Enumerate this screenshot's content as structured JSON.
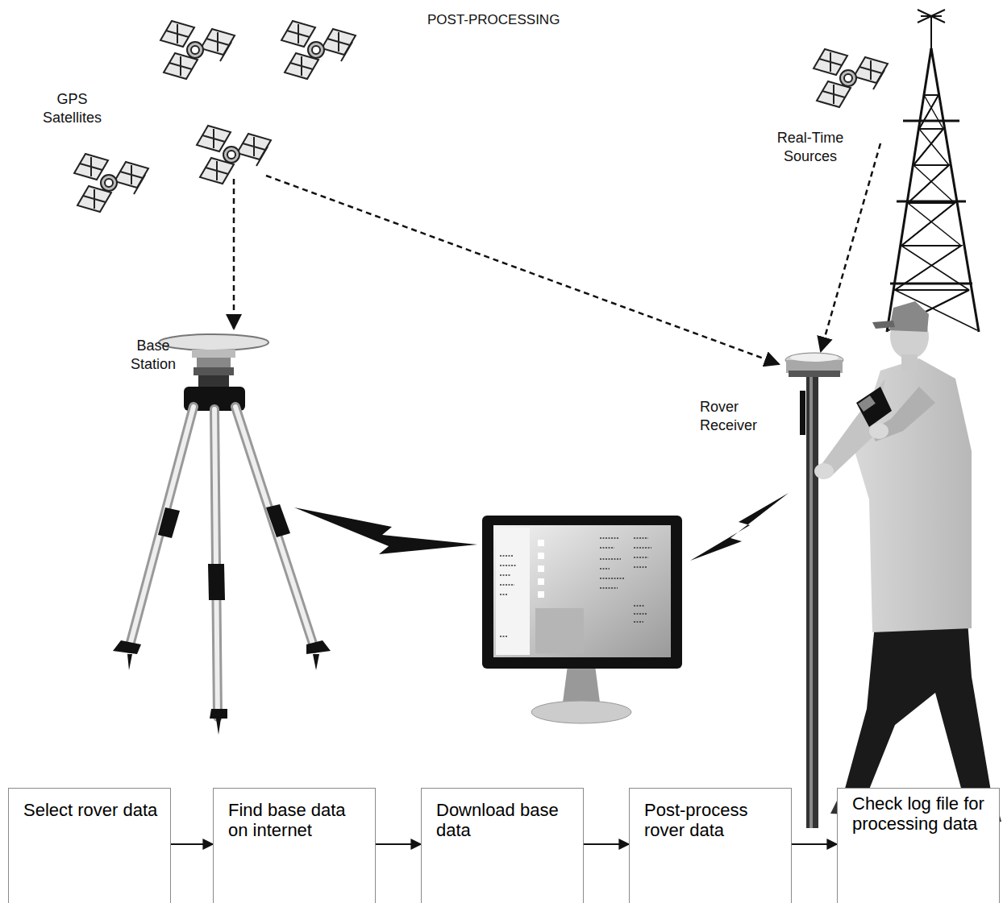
{
  "diagram": {
    "title": "POST-PROCESSING",
    "nodes": [
      {
        "text": [
          "Select rover data"
        ]
      },
      {
        "text": [
          "Find base data on internet"
        ]
      },
      {
        "text": [
          "Download base data"
        ]
      },
      {
        "text": [
          "Post-process rover data"
        ]
      },
      {
        "text": [
          "Check log file for processing data"
        ]
      }
    ],
    "edges": [
      {
        "from": 0,
        "to": 1,
        "arrow": "to"
      },
      {
        "from": 1,
        "to": 2,
        "arrow": "to"
      },
      {
        "from": 2,
        "to": 3,
        "arrow": "to"
      },
      {
        "from": 3,
        "to": 4,
        "arrow": "to"
      }
    ],
    "labels": [
      "GPS Satellites",
      "Real-Time Sources",
      "Base Station",
      "Rover Receiver"
    ]
  }
}
